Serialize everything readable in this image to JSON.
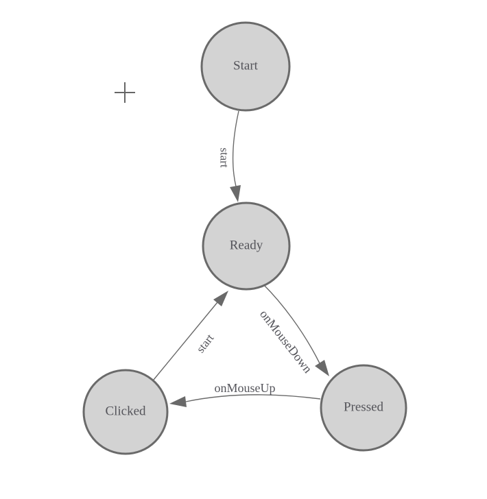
{
  "diagram": {
    "type": "state-machine",
    "background_color": "#ffffff",
    "colors": {
      "node_fill": "#d3d3d3",
      "node_stroke": "#6a6a6a",
      "edge_stroke": "#696969",
      "text": "#54545a",
      "crosshair": "#666666"
    },
    "nodes": [
      {
        "id": "start",
        "label": "Start"
      },
      {
        "id": "ready",
        "label": "Ready"
      },
      {
        "id": "clicked",
        "label": "Clicked"
      },
      {
        "id": "pressed",
        "label": "Pressed"
      }
    ],
    "edges": [
      {
        "from": "Start",
        "to": "Ready",
        "label": "start"
      },
      {
        "from": "Ready",
        "to": "Pressed",
        "label": "onMouseDown"
      },
      {
        "from": "Clicked",
        "to": "Ready",
        "label": "start"
      },
      {
        "from": "Pressed",
        "to": "Clicked",
        "label": "onMouseUp"
      }
    ],
    "cursor": {
      "shape": "plus-crosshair"
    }
  }
}
